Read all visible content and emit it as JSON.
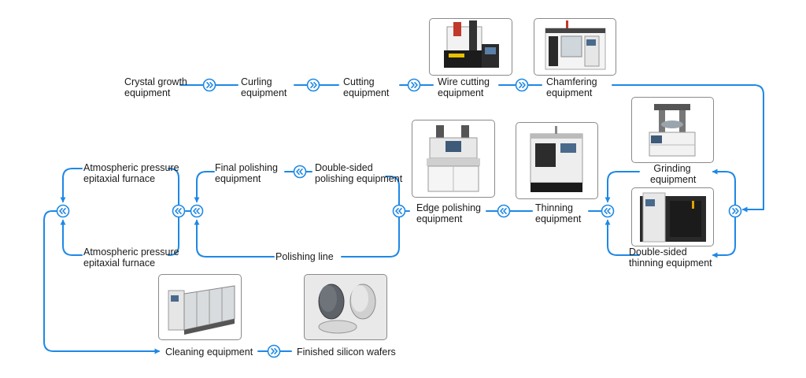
{
  "steps": {
    "crystal_growth": {
      "line1": "Crystal growth",
      "line2": "equipment"
    },
    "curling": {
      "line1": "Curling",
      "line2": "equipment"
    },
    "cutting": {
      "line1": "Cutting",
      "line2": "equipment"
    },
    "wire_cutting": {
      "line1": "Wire cutting",
      "line2": "equipment"
    },
    "chamfering": {
      "line1": "Chamfering",
      "line2": "equipment"
    },
    "grinding": {
      "line1": "Grinding",
      "line2": "equipment"
    },
    "double_sided_thinning": {
      "line1": "Double-sided",
      "line2": "thinning equipment"
    },
    "thinning": {
      "line1": "Thinning",
      "line2": "equipment"
    },
    "edge_polishing": {
      "line1": "Edge polishing",
      "line2": "equipment"
    },
    "double_sided_polishing": {
      "line1": "Double-sided",
      "line2": "polishing equipment"
    },
    "final_polishing": {
      "line1": "Final polishing",
      "line2": "equipment"
    },
    "polishing_line": {
      "line1": "Polishing line"
    },
    "epitaxial_top": {
      "line1": "Atmospheric pressure",
      "line2": "epitaxial furnace"
    },
    "epitaxial_bottom": {
      "line1": "Atmospheric pressure",
      "line2": "epitaxial furnace"
    },
    "cleaning": {
      "line1": "Cleaning equipment"
    },
    "finished": {
      "line1": "Finished silicon wafers"
    }
  },
  "colors": {
    "flow": "#1e88e5",
    "text": "#1a1a1a",
    "frame": "#8a8a8a"
  },
  "icons": {
    "connector": "double-chevron-circle-icon"
  },
  "photos": [
    "wire-cutting-machine",
    "chamfering-machine",
    "grinding-machine",
    "double-sided-thinning-machine",
    "thinning-machine",
    "edge-polishing-machine",
    "cleaning-machine",
    "silicon-wafers"
  ]
}
